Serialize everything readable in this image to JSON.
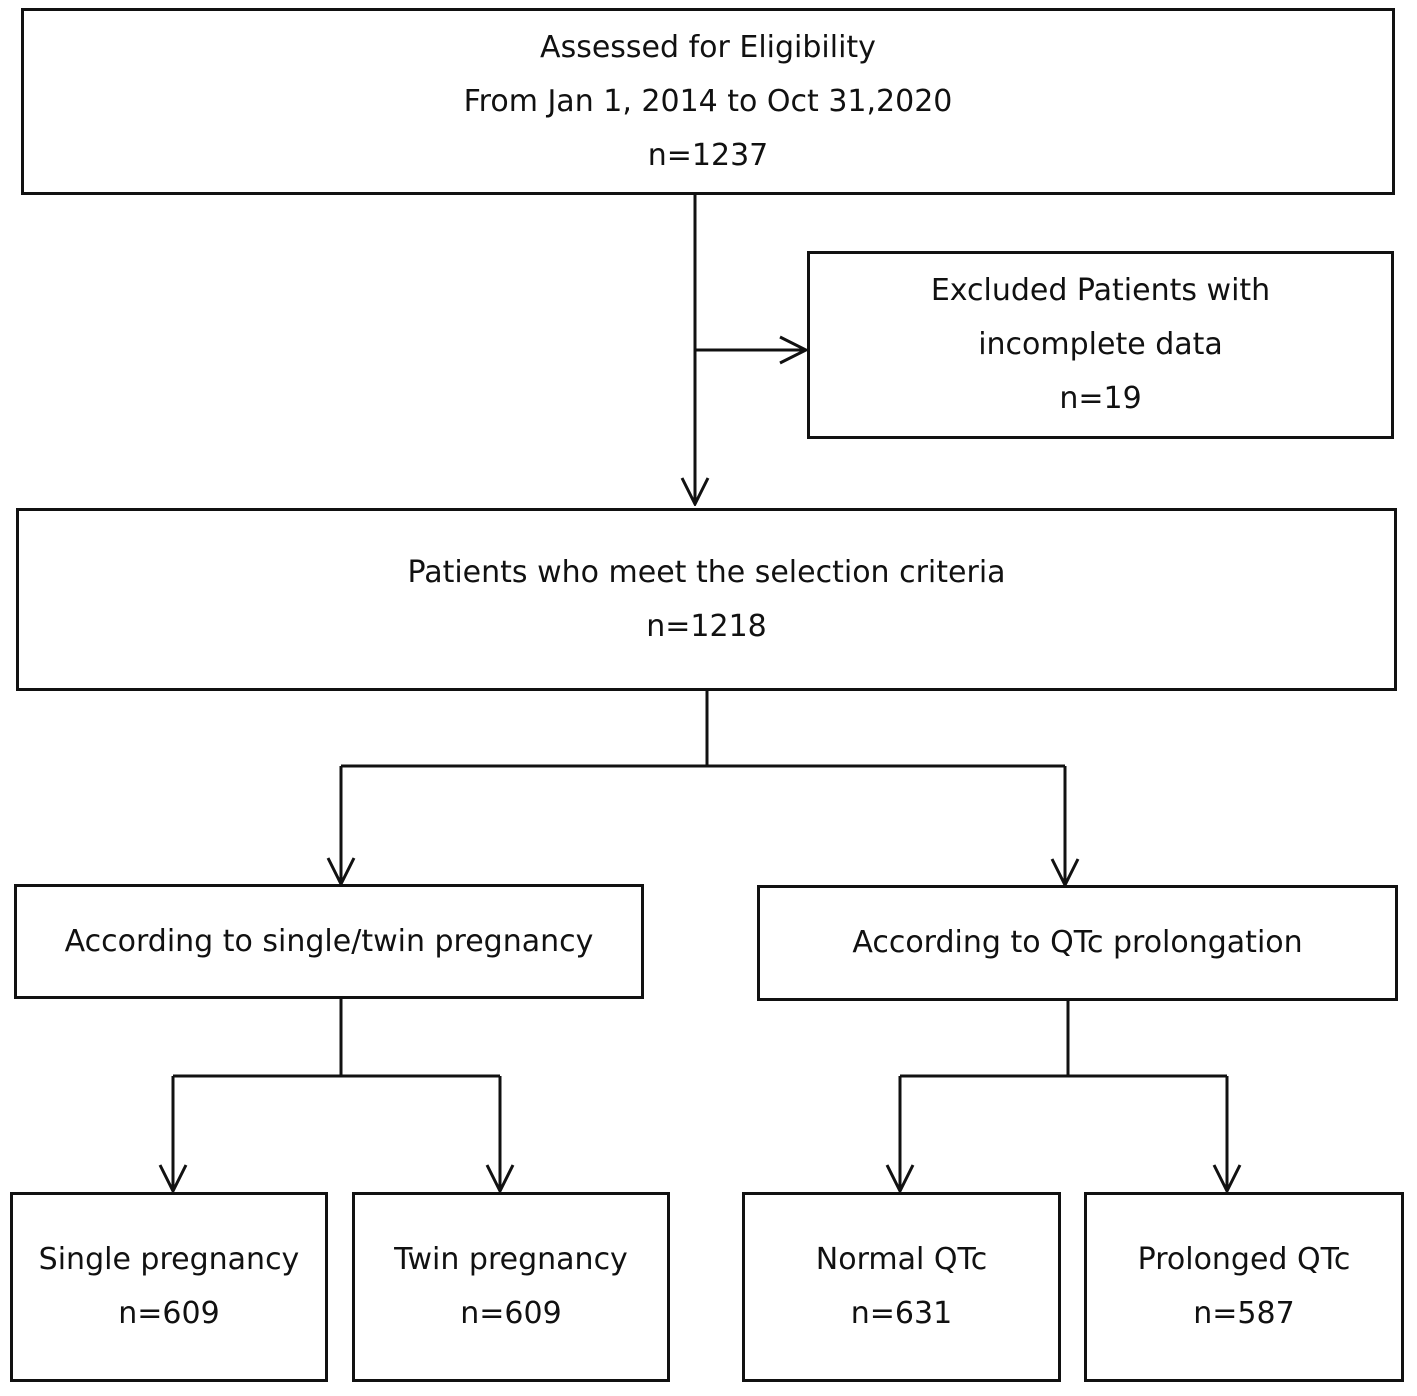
{
  "boxes": {
    "assessed": {
      "line1": "Assessed for Eligibility",
      "line2": "From Jan 1, 2014 to Oct 31,2020",
      "line3": "n=1237"
    },
    "excluded": {
      "line1": "Excluded Patients with",
      "line2": "incomplete data",
      "line3": "n=19"
    },
    "selected": {
      "line1": "Patients who meet the selection criteria",
      "line2": "n=1218"
    },
    "group_pregnancy": {
      "line1": "According to single/twin pregnancy"
    },
    "group_qtc": {
      "line1": "According to QTc prolongation"
    },
    "single": {
      "line1": "Single pregnancy",
      "line2": "n=609"
    },
    "twin": {
      "line1": "Twin pregnancy",
      "line2": "n=609"
    },
    "normal_qtc": {
      "line1": "Normal QTc",
      "line2": "n=631"
    },
    "prolonged_qtc": {
      "line1": "Prolonged QTc",
      "line2": "n=587"
    }
  }
}
